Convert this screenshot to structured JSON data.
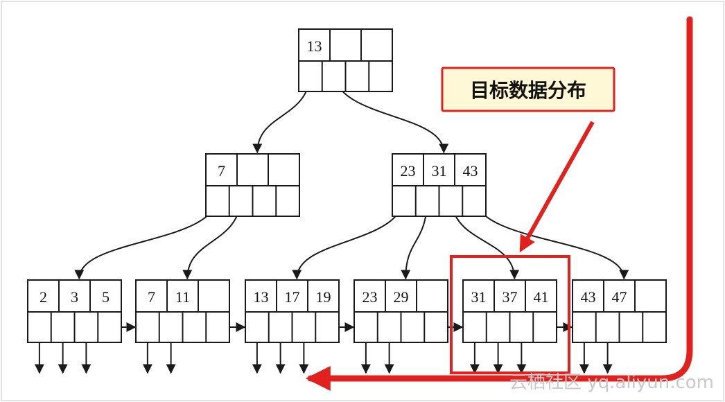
{
  "diagram": {
    "callout_label": "目标数据分布",
    "watermark": "云栖社区 yq.aliyun.com",
    "colors": {
      "highlight": "#e0211d",
      "callout_fill": "#fff8d6",
      "stroke": "#1a1a1a"
    },
    "nodes": [
      {
        "id": "root",
        "keys": [
          "13",
          "",
          ""
        ]
      },
      {
        "id": "inner-left",
        "keys": [
          "7",
          "",
          ""
        ]
      },
      {
        "id": "inner-right",
        "keys": [
          "23",
          "31",
          "43"
        ]
      },
      {
        "id": "leaf-1",
        "keys": [
          "2",
          "3",
          "5"
        ]
      },
      {
        "id": "leaf-2",
        "keys": [
          "7",
          "11",
          ""
        ]
      },
      {
        "id": "leaf-3",
        "keys": [
          "13",
          "17",
          "19"
        ]
      },
      {
        "id": "leaf-4",
        "keys": [
          "23",
          "29",
          ""
        ]
      },
      {
        "id": "leaf-5",
        "keys": [
          "31",
          "37",
          "41"
        ]
      },
      {
        "id": "leaf-6",
        "keys": [
          "43",
          "47",
          ""
        ]
      }
    ],
    "highlighted_node": "leaf-5"
  }
}
